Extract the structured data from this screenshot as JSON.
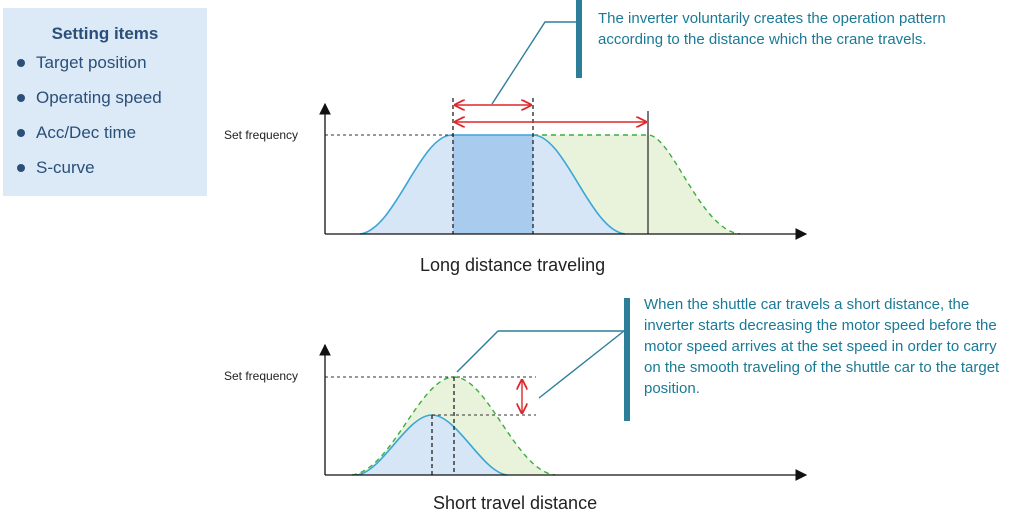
{
  "settings": {
    "title": "Setting items",
    "items": [
      "Target position",
      "Operating speed",
      "Acc/Dec time",
      "S-curve"
    ]
  },
  "top_chart": {
    "y_label": "Set frequency",
    "caption": "Long distance traveling",
    "annotation": "The inverter voluntarily creates the operation pattern according to the distance which the crane travels."
  },
  "bottom_chart": {
    "y_label": "Set frequency",
    "caption": "Short travel distance",
    "annotation": "When the shuttle car travels a short distance, the inverter starts decreasing the motor speed before the motor speed arrives at the set speed in order to carry on the smooth traveling of the shuttle car to the target position."
  },
  "colors": {
    "accent_bar": "#2c7f99",
    "annotation_text": "#1a7a96",
    "curve_blue": "#3aa6d6",
    "fill_blue": "#d6e6f7",
    "fill_blue_dark": "#a9cbee",
    "curve_green": "#3bae3b",
    "fill_green": "#e9f3dc",
    "arrow_red": "#e0262a",
    "settings_bg": "#dce9f7"
  }
}
